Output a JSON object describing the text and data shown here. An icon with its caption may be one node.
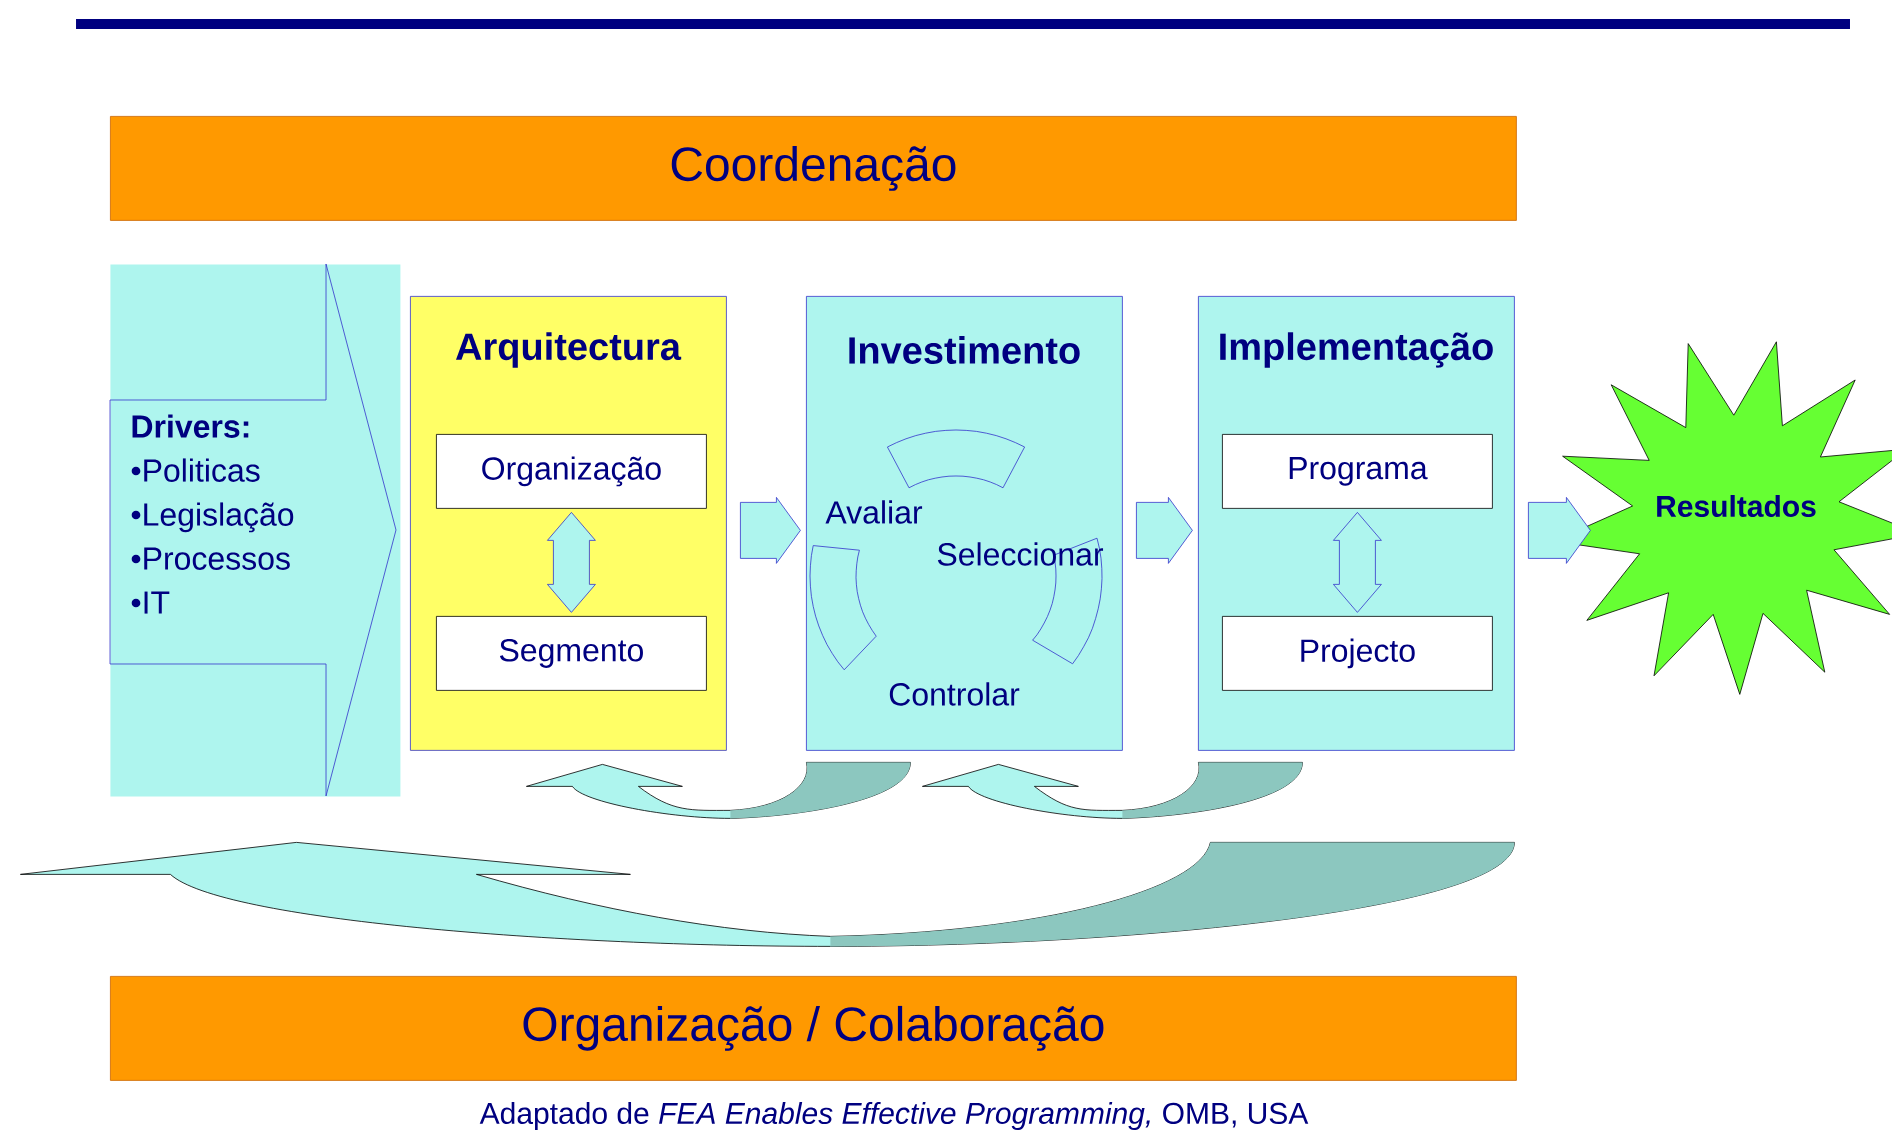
{
  "diagram": {
    "caption": "Adaptado de *FEA Enables Effective Programming,* OMB, USA",
    "nodes": [
      {
        "text": [
          "Coordenação"
        ]
      },
      {
        "text": [
          "**Drivers**:",
          "•Politicas",
          "•Legislação",
          "•Processos",
          "•IT"
        ]
      },
      {
        "text": [
          "Arquitectura"
        ]
      },
      {
        "text": [
          "Organização"
        ],
        "in": 2
      },
      {
        "text": [
          "Segmento"
        ],
        "in": 2
      },
      {
        "text": [
          "Investimento"
        ]
      },
      {
        "text": [
          "Implementação"
        ]
      },
      {
        "text": [
          "Programa"
        ],
        "in": 6
      },
      {
        "text": [
          "Projecto"
        ],
        "in": 6
      },
      {
        "text": [
          "Resultados"
        ]
      },
      {
        "text": [
          "Organização / Colaboração"
        ]
      }
    ],
    "edges": [
      {
        "from": 2,
        "to": 5,
        "arrow": "to"
      },
      {
        "from": 5,
        "to": 6,
        "arrow": "to"
      },
      {
        "from": 6,
        "to": 9,
        "arrow": "to"
      },
      {
        "from": 3,
        "to": 4,
        "arrow": "both"
      },
      {
        "from": 7,
        "to": 8,
        "arrow": "both"
      },
      {
        "from": 5,
        "to": 2,
        "arrow": "to"
      },
      {
        "from": 6,
        "to": 5,
        "arrow": "to"
      },
      {
        "from": 6,
        "to": 1,
        "arrow": "to"
      }
    ],
    "labels": [
      "Avaliar",
      "Seleccionar",
      "Controlar"
    ]
  }
}
